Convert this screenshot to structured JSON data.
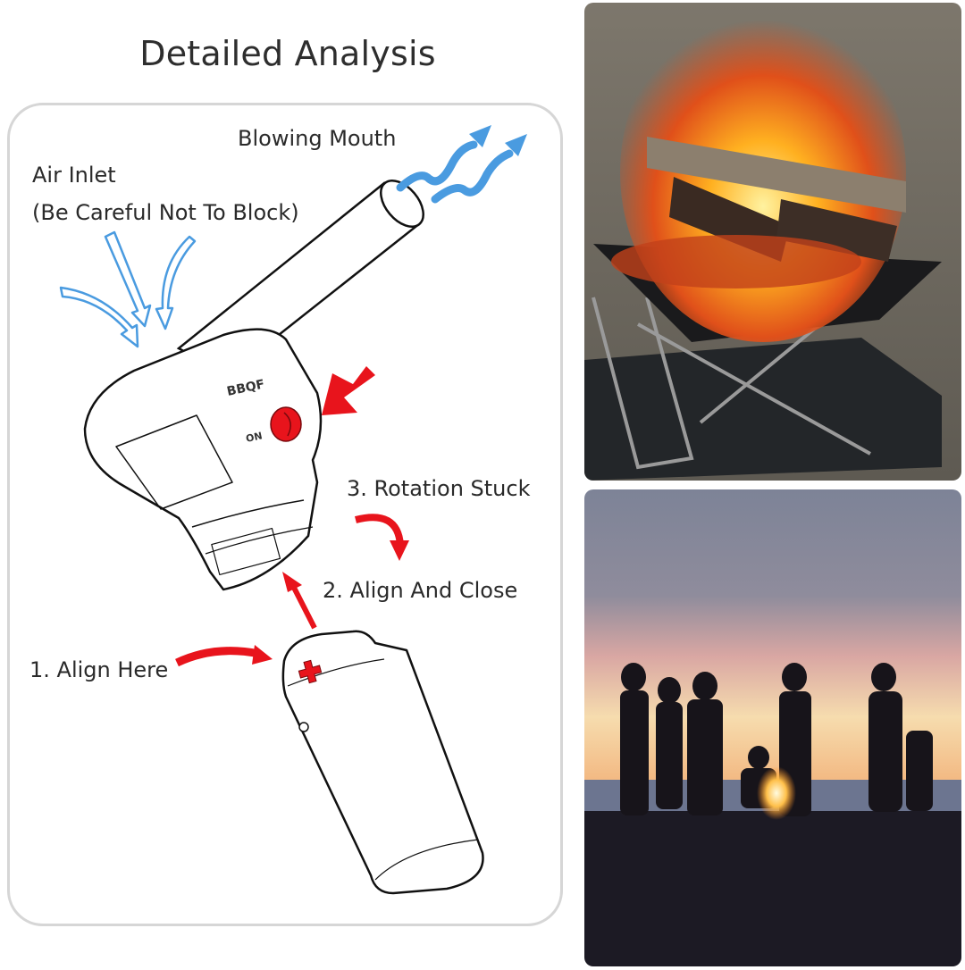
{
  "title": "Detailed Analysis",
  "diagram": {
    "labels": {
      "blowing_mouth": "Blowing Mouth",
      "air_inlet": "Air Inlet",
      "air_inlet_note": "(Be Careful Not To Block)",
      "step3": "3. Rotation Stuck",
      "step2": "2. Align And Close",
      "step1": "1. Align Here"
    },
    "device_text": {
      "brand": "BBQF",
      "switch_on": "ON"
    },
    "colors": {
      "airflow_arrow": "#4a9be0",
      "pointer_arrow": "#e8141c",
      "panel_border": "#d6d6d6",
      "outline": "#111111"
    }
  },
  "photos": [
    {
      "subject": "campfire-in-folding-fire-pit"
    },
    {
      "subject": "people-around-beach-bonfire-at-sunset"
    }
  ]
}
